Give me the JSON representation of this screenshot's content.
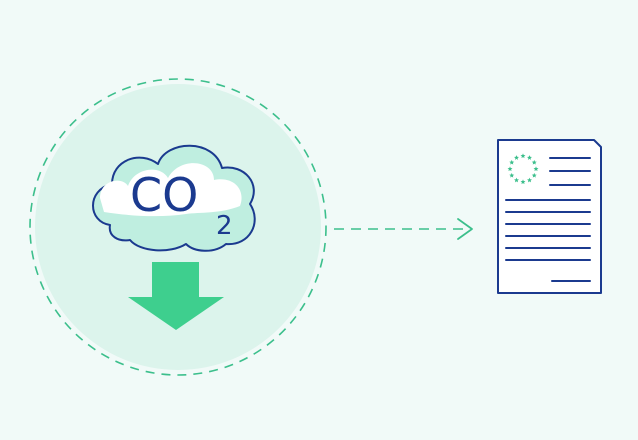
{
  "co2": {
    "main": "CO",
    "subscript": "2"
  },
  "colors": {
    "background": "#f1faf8",
    "circle_fill": "#dcf4ec",
    "dashed_green": "#3cbf8c",
    "arrow_green": "#3ecf8e",
    "cloud_fill": "#ffffff",
    "cloud_shadow": "#bfeee0",
    "navy": "#1b3a8f"
  },
  "icons": {
    "cloud": "cloud-icon",
    "down_arrow": "down-arrow-icon",
    "right_arrow": "dashed-right-arrow",
    "certificate": "certificate-document-icon",
    "star_ring": "eu-star-ring-icon"
  }
}
